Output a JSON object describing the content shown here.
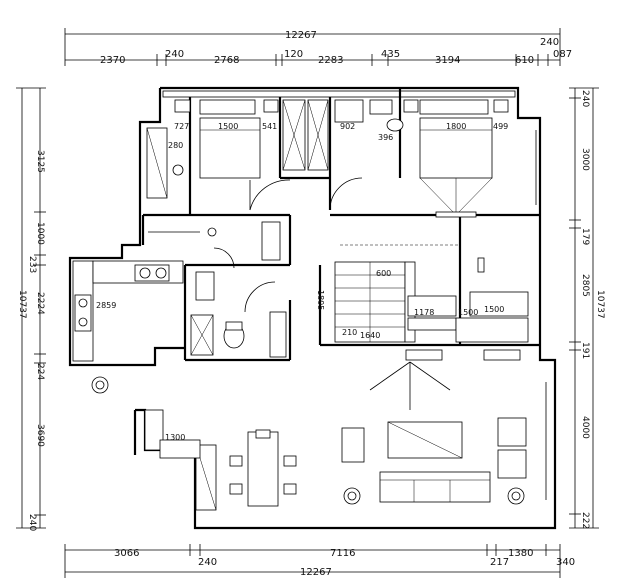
{
  "plan": {
    "top_total": "12267",
    "top_dims": [
      "2370",
      "240",
      "2768",
      "120",
      "2283",
      "435",
      "3194",
      "610",
      "087",
      "240"
    ],
    "bottom_total": "12267",
    "bottom_dims": [
      "3066",
      "240",
      "7116",
      "217",
      "1380",
      "340"
    ],
    "left_total": "10737",
    "left_dims": [
      "3125",
      "1000",
      "233",
      "2224",
      "224",
      "3690",
      "240"
    ],
    "right_total": "10737",
    "right_dims": [
      "240",
      "3000",
      "179",
      "2805",
      "191",
      "4000",
      "222"
    ],
    "interior_labels": [
      "727",
      "1500",
      "541",
      "280",
      "902",
      "396",
      "1800",
      "499",
      "600",
      "1805",
      "1500",
      "210",
      "1640",
      "1178",
      "1500",
      "2859",
      "1300"
    ]
  }
}
